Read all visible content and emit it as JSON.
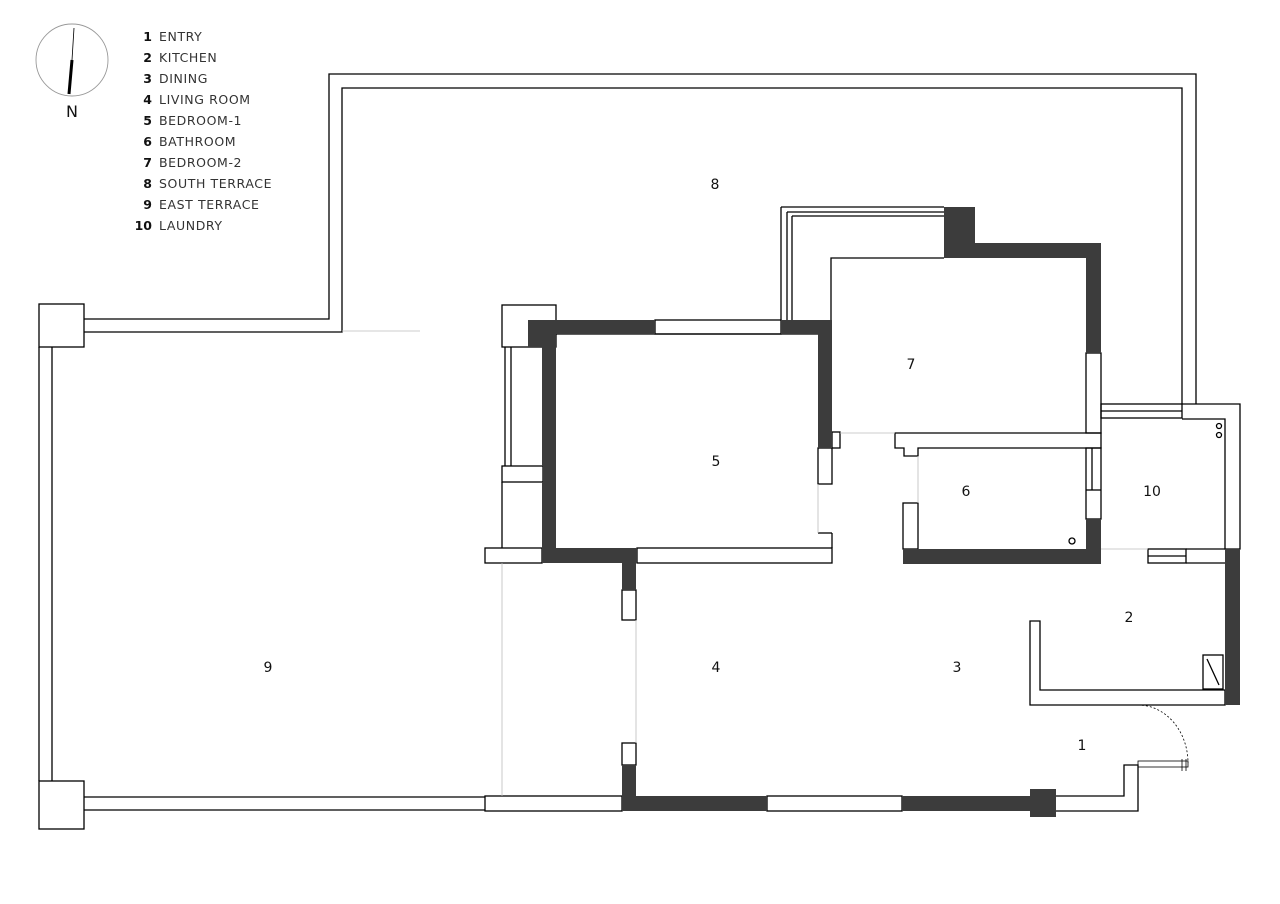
{
  "compass": {
    "label": "N"
  },
  "legend": [
    {
      "num": "1",
      "text": "ENTRY"
    },
    {
      "num": "2",
      "text": "KITCHEN"
    },
    {
      "num": "3",
      "text": "DINING"
    },
    {
      "num": "4",
      "text": "LIVING ROOM"
    },
    {
      "num": "5",
      "text": "BEDROOM-1"
    },
    {
      "num": "6",
      "text": "BATHROOM"
    },
    {
      "num": "7",
      "text": "BEDROOM-2"
    },
    {
      "num": "8",
      "text": "SOUTH TERRACE"
    },
    {
      "num": "9",
      "text": "EAST TERRACE"
    },
    {
      "num": "10",
      "text": "LAUNDRY"
    }
  ],
  "rooms": [
    "1",
    "2",
    "3",
    "4",
    "5",
    "6",
    "7",
    "8",
    "9",
    "10"
  ]
}
